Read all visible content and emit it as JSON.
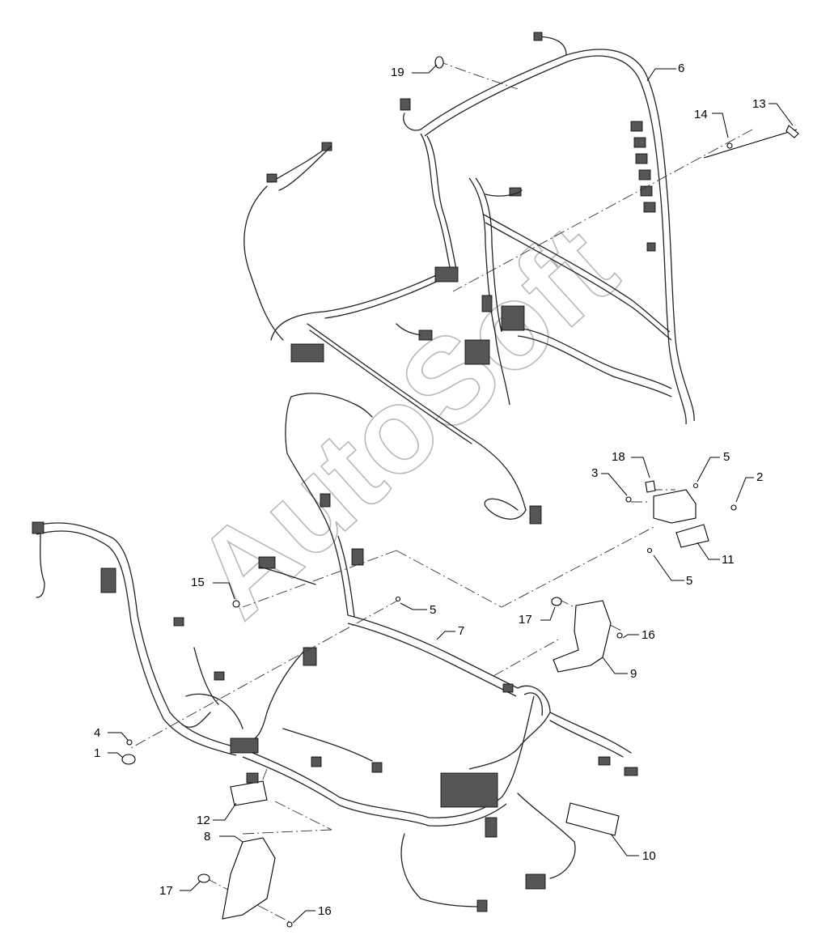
{
  "watermark": "AutoSoft",
  "callouts": {
    "c1": "1",
    "c2": "2",
    "c3": "3",
    "c4": "4",
    "c5a": "5",
    "c5b": "5",
    "c5c": "5",
    "c6": "6",
    "c7": "7",
    "c8": "8",
    "c9": "9",
    "c10": "10",
    "c11": "11",
    "c12": "12",
    "c13": "13",
    "c14": "14",
    "c15": "15",
    "c16a": "16",
    "c16b": "16",
    "c17a": "17",
    "c17b": "17",
    "c18": "18",
    "c19": "19"
  }
}
